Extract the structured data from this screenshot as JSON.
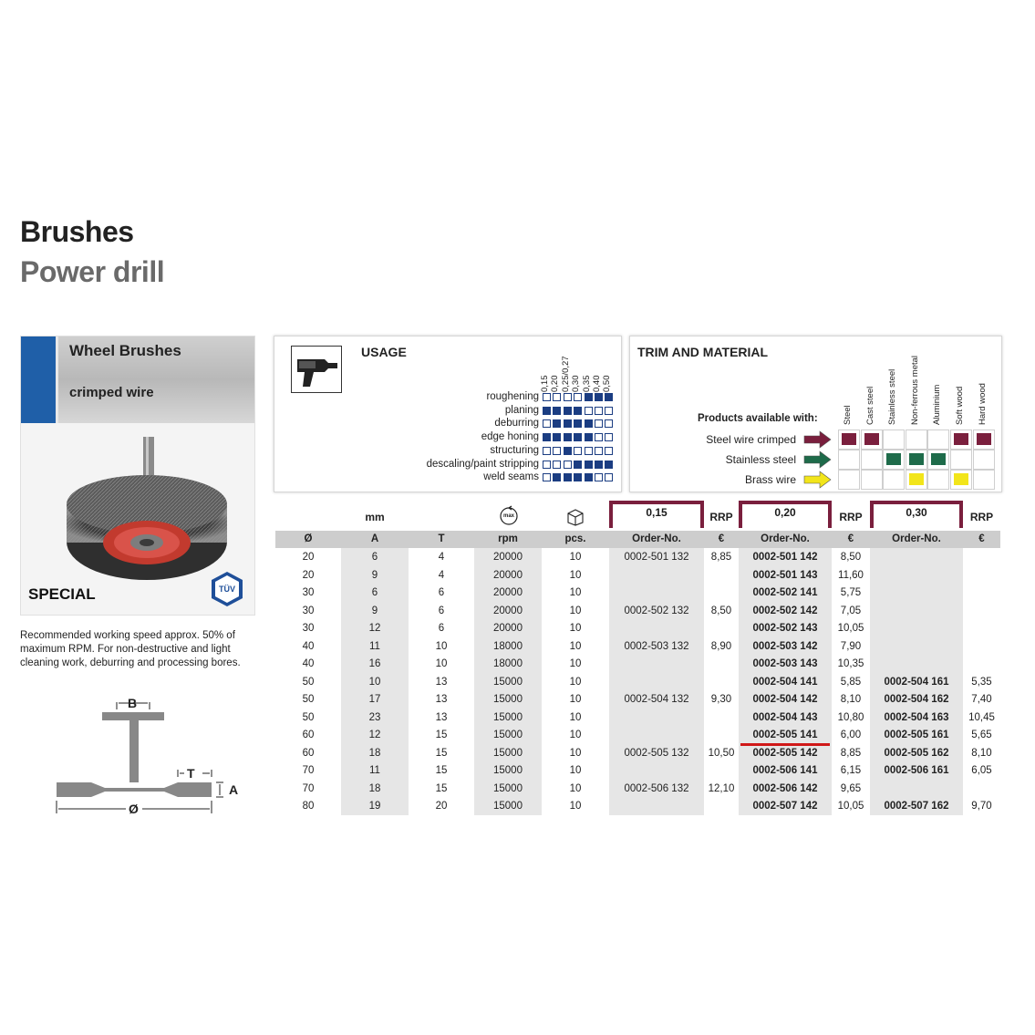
{
  "header": {
    "title": "Brushes",
    "subtitle": "Power drill"
  },
  "card": {
    "title": "Wheel Brushes",
    "subtitle": "crimped wire",
    "special": "SPECIAL",
    "tuv": "TÜV"
  },
  "description": "Recommended working speed approx. 50% of maximum RPM. For non-destructive and light cleaning work, deburring and processing bores.",
  "diagram": {
    "b": "B",
    "t": "T",
    "a": "A",
    "dia": "Ø"
  },
  "usage": {
    "title": "USAGE",
    "wire_sizes": [
      "0,15",
      "0,20",
      "0,25/0,27",
      "0,30",
      "0,35",
      "0,40",
      "0,50"
    ],
    "rows": [
      {
        "label": "roughening",
        "cells": [
          0,
          0,
          0,
          0,
          1,
          1,
          1
        ]
      },
      {
        "label": "planing",
        "cells": [
          1,
          1,
          1,
          1,
          0,
          0,
          0
        ]
      },
      {
        "label": "deburring",
        "cells": [
          0,
          1,
          1,
          1,
          1,
          0,
          0
        ]
      },
      {
        "label": "edge honing",
        "cells": [
          1,
          1,
          1,
          1,
          1,
          0,
          0
        ]
      },
      {
        "label": "structuring",
        "cells": [
          0,
          0,
          1,
          0,
          0,
          0,
          0
        ]
      },
      {
        "label": "descaling/paint stripping",
        "cells": [
          0,
          0,
          0,
          1,
          1,
          1,
          1
        ]
      },
      {
        "label": "weld seams",
        "cells": [
          0,
          1,
          1,
          1,
          1,
          0,
          0
        ]
      }
    ]
  },
  "trim": {
    "title": "TRIM AND MATERIAL",
    "available_label": "Products available with:",
    "materials": [
      "Steel",
      "Cast steel",
      "Stainless steel",
      "Non-ferrous metal",
      "Aluminium",
      "Soft wood",
      "Hard wood"
    ],
    "rows": [
      {
        "label": "Steel wire crimped",
        "color": "#7a1f3d",
        "cells": [
          1,
          1,
          0,
          0,
          0,
          1,
          1
        ]
      },
      {
        "label": "Stainless steel",
        "color": "#1e6b4a",
        "cells": [
          0,
          0,
          1,
          1,
          1,
          0,
          0
        ]
      },
      {
        "label": "Brass wire",
        "color": "#f2e51a",
        "cells": [
          0,
          0,
          0,
          1,
          0,
          1,
          0
        ]
      }
    ]
  },
  "table": {
    "top_headers": {
      "mm": "mm",
      "rpm_icon": "max",
      "g1": "0,15",
      "g2": "0,20",
      "g3": "0,30",
      "rrp": "RRP"
    },
    "headers": [
      "Ø",
      "A",
      "T",
      "rpm",
      "pcs.",
      "Order-No.",
      "€",
      "Order-No.",
      "€",
      "Order-No.",
      "€"
    ],
    "rows": [
      [
        "20",
        "6",
        "4",
        "20000",
        "10",
        "0002-501 132",
        "8,85",
        "0002-501 142",
        "8,50",
        "",
        ""
      ],
      [
        "20",
        "9",
        "4",
        "20000",
        "10",
        "",
        "",
        "0002-501 143",
        "11,60",
        "",
        ""
      ],
      [
        "30",
        "6",
        "6",
        "20000",
        "10",
        "",
        "",
        "0002-502 141",
        "5,75",
        "",
        ""
      ],
      [
        "30",
        "9",
        "6",
        "20000",
        "10",
        "0002-502 132",
        "8,50",
        "0002-502 142",
        "7,05",
        "",
        ""
      ],
      [
        "30",
        "12",
        "6",
        "20000",
        "10",
        "",
        "",
        "0002-502 143",
        "10,05",
        "",
        ""
      ],
      [
        "40",
        "11",
        "10",
        "18000",
        "10",
        "0002-503 132",
        "8,90",
        "0002-503 142",
        "7,90",
        "",
        ""
      ],
      [
        "40",
        "16",
        "10",
        "18000",
        "10",
        "",
        "",
        "0002-503 143",
        "10,35",
        "",
        ""
      ],
      [
        "50",
        "10",
        "13",
        "15000",
        "10",
        "",
        "",
        "0002-504 141",
        "5,85",
        "0002-504 161",
        "5,35"
      ],
      [
        "50",
        "17",
        "13",
        "15000",
        "10",
        "0002-504 132",
        "9,30",
        "0002-504 142",
        "8,10",
        "0002-504 162",
        "7,40"
      ],
      [
        "50",
        "23",
        "13",
        "15000",
        "10",
        "",
        "",
        "0002-504 143",
        "10,80",
        "0002-504 163",
        "10,45"
      ],
      [
        "60",
        "12",
        "15",
        "15000",
        "10",
        "",
        "",
        "0002-505 141",
        "6,00",
        "0002-505 161",
        "5,65"
      ],
      [
        "60",
        "18",
        "15",
        "15000",
        "10",
        "0002-505 132",
        "10,50",
        "0002-505 142",
        "8,85",
        "0002-505 162",
        "8,10"
      ],
      [
        "70",
        "11",
        "15",
        "15000",
        "10",
        "",
        "",
        "0002-506 141",
        "6,15",
        "0002-506 161",
        "6,05"
      ],
      [
        "70",
        "18",
        "15",
        "15000",
        "10",
        "0002-506 132",
        "12,10",
        "0002-506 142",
        "9,65",
        "",
        ""
      ],
      [
        "80",
        "19",
        "20",
        "15000",
        "10",
        "",
        "",
        "0002-507 142",
        "10,05",
        "0002-507 162",
        "9,70"
      ]
    ]
  }
}
